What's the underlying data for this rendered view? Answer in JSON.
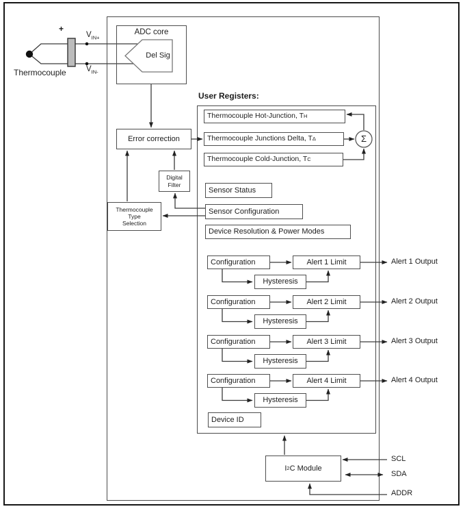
{
  "thermocouple": {
    "label": "Thermocouple",
    "plus": "+",
    "vin_plus": {
      "base": "V",
      "sub": "IN+"
    },
    "vin_minus": {
      "base": "V",
      "sub": "IN-"
    }
  },
  "adc": {
    "title": "ADC core",
    "modulator": "Del Sig"
  },
  "error_correction": {
    "label": "Error correction"
  },
  "digital_filter": {
    "label": "Digital\nFilter"
  },
  "type_selection": {
    "label": "Thermocouple\nType\nSelection"
  },
  "user_registers": {
    "title": "User Registers:",
    "hot_junction": {
      "label": "Thermocouple Hot-Junction, T",
      "sub": "H"
    },
    "junctions_delta": {
      "label": "Thermocouple Junctions Delta, T",
      "sub": "Δ"
    },
    "cold_junction": {
      "label": "Thermocouple Cold-Junction, T",
      "sub": "C"
    },
    "sigma": "Σ",
    "sensor_status": "Sensor Status",
    "sensor_configuration": "Sensor Configuration",
    "device_resolution": "Device Resolution & Power Modes",
    "device_id": "Device ID"
  },
  "alerts": [
    {
      "config": "Configuration",
      "limit": "Alert 1 Limit",
      "hysteresis": "Hysteresis",
      "output": "Alert 1 Output"
    },
    {
      "config": "Configuration",
      "limit": "Alert 2 Limit",
      "hysteresis": "Hysteresis",
      "output": "Alert 2 Output"
    },
    {
      "config": "Configuration",
      "limit": "Alert 3 Limit",
      "hysteresis": "Hysteresis",
      "output": "Alert 3 Output"
    },
    {
      "config": "Configuration",
      "limit": "Alert 4 Limit",
      "hysteresis": "Hysteresis",
      "output": "Alert 4 Output"
    }
  ],
  "i2c": {
    "pre": "I",
    "sup": "2",
    "post": "C Module"
  },
  "pins": {
    "scl": "SCL",
    "sda": "SDA",
    "addr": "ADDR"
  },
  "colors": {
    "line": "#3a3a3a",
    "connector_fill": "#bcbcbc"
  }
}
